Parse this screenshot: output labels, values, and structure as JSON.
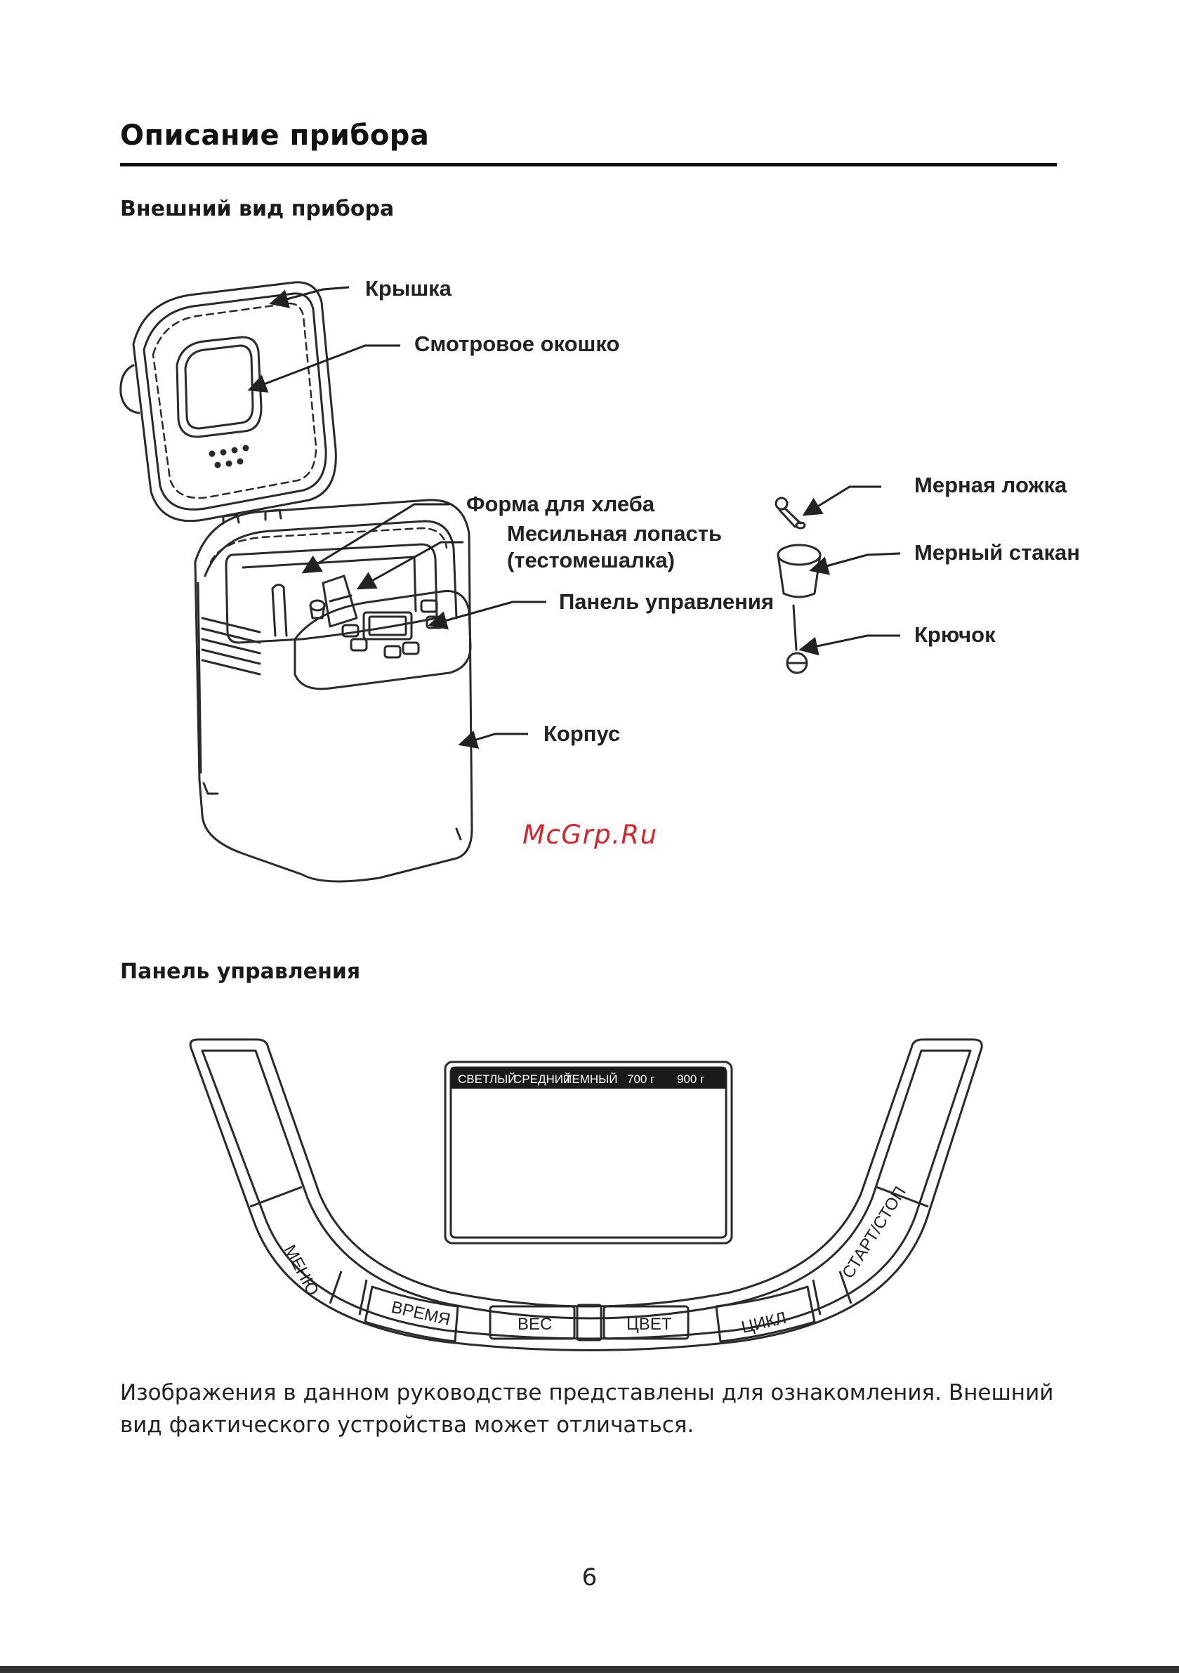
{
  "title": "Описание прибора",
  "section_exterior": "Внешний вид прибора",
  "callouts": {
    "lid": "Крышка",
    "window": "Смотровое окошко",
    "pan": "Форма для хлеба",
    "paddle_line1": "Месильная лопасть",
    "paddle_line2": "(тестомешалка)",
    "panel": "Панель управления",
    "body": "Корпус",
    "spoon": "Мерная ложка",
    "cup": "Мерный стакан",
    "hook": "Крючок"
  },
  "watermark": "McGrp.Ru",
  "section_panel": "Панель управления",
  "display": {
    "labels": [
      "СВЕТЛЫЙ",
      "СРЕДНИЙ",
      "ТЕМНЫЙ",
      "700 г",
      "900 г"
    ]
  },
  "buttons": {
    "menu": "МЕНЮ",
    "time": "ВРЕМЯ",
    "weight": "ВЕС",
    "color": "ЦВЕТ",
    "cycle": "ЦИКЛ",
    "startstop": "СТАРТ/СТОП"
  },
  "note": "Изображения в данном руководстве представлены для ознакомления. Внешний вид фактического устройства может отличаться.",
  "page_number": "6"
}
